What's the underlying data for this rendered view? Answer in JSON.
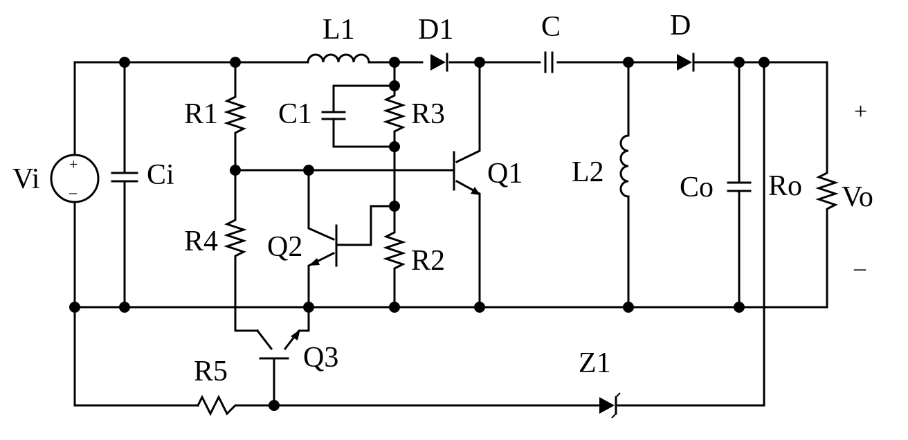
{
  "labels": {
    "vi": "Vi",
    "ci": "Ci",
    "l1": "L1",
    "d1": "D1",
    "c": "C",
    "d": "D",
    "r1": "R1",
    "c1": "C1",
    "r3": "R3",
    "q1": "Q1",
    "l2": "L2",
    "co": "Co",
    "ro": "Ro",
    "vo": "Vo",
    "r4": "R4",
    "q2": "Q2",
    "r2": "R2",
    "q3": "Q3",
    "r5": "R5",
    "z1": "Z1"
  },
  "signs": {
    "plus": "+",
    "minus": "–",
    "vo_plus": "+",
    "vo_minus": "–"
  }
}
